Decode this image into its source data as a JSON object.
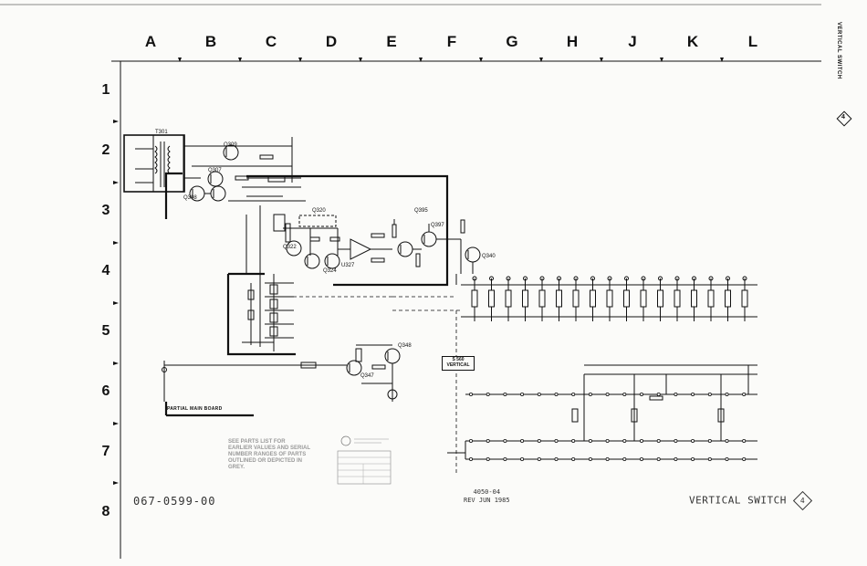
{
  "grid": {
    "columns": [
      "A",
      "B",
      "C",
      "D",
      "E",
      "F",
      "G",
      "H",
      "J",
      "K",
      "L"
    ],
    "rows": [
      "1",
      "2",
      "3",
      "4",
      "5",
      "6",
      "7",
      "8"
    ]
  },
  "footer": {
    "part_number": "067-0599-00",
    "rev_line1": "4050-04",
    "rev_line2": "REV JUN 1985",
    "title": "VERTICAL SWITCH",
    "title_number": "4",
    "grey_note": "SEE PARTS LIST FOR EARLIER VALUES AND SERIAL NUMBER RANGES OF PARTS OUTLINED OR DEPICTED IN GREY."
  },
  "side": {
    "title": "VERTICAL SWITCH",
    "number": "4"
  },
  "board_label": "PARTIAL MAIN BOARD",
  "switch_label": "S 560",
  "switch_sublabel": "VERTICAL",
  "components": {
    "transistors": [
      "Q309",
      "Q307",
      "Q308",
      "Q320",
      "Q322",
      "Q324",
      "Q395",
      "Q397",
      "Q340",
      "Q348"
    ],
    "transformer": "T301",
    "opamp": "U327",
    "switch_section": "S560"
  },
  "colors": {
    "ink": "#111111",
    "grey_ink": "#9a9a9a",
    "paper": "#fbfbf9"
  }
}
